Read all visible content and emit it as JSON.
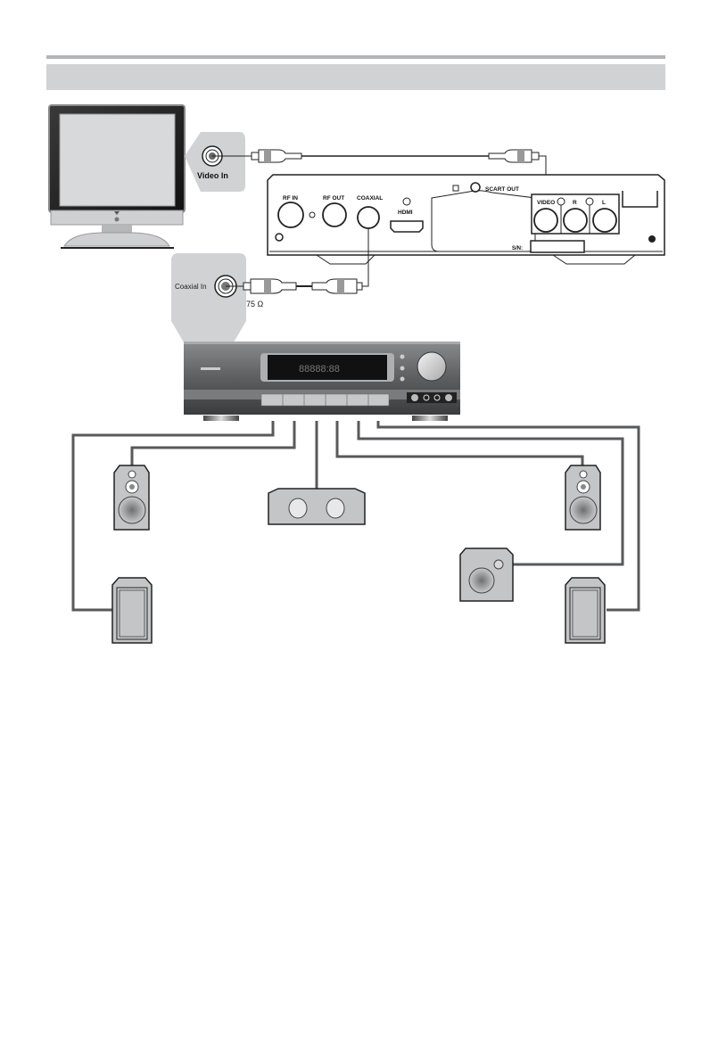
{
  "page": {
    "header_bar_color": "#d1d2d4",
    "top_rule_color": "#b4b5b7"
  },
  "tv": {
    "port_label": "Video In"
  },
  "receiver_box": {
    "ports": {
      "rf_in": "RF IN",
      "rf_out": "RF OUT",
      "coaxial": "COAXIAL",
      "hdmi": "HDMI",
      "scart_out": "SCART OUT",
      "video": "VIDEO",
      "audio_r": "R",
      "audio_l": "L",
      "serial": "S/N:"
    }
  },
  "amplifier": {
    "port_label": "Coaxial In",
    "impedance": "75 Ω",
    "display_text": "88888:88"
  },
  "speakers": [
    {
      "name": "front-left-speaker",
      "type": "tower"
    },
    {
      "name": "center-speaker",
      "type": "center"
    },
    {
      "name": "front-right-speaker",
      "type": "tower"
    },
    {
      "name": "rear-left-speaker",
      "type": "surround"
    },
    {
      "name": "subwoofer",
      "type": "subwoofer"
    },
    {
      "name": "rear-right-speaker",
      "type": "surround"
    }
  ]
}
